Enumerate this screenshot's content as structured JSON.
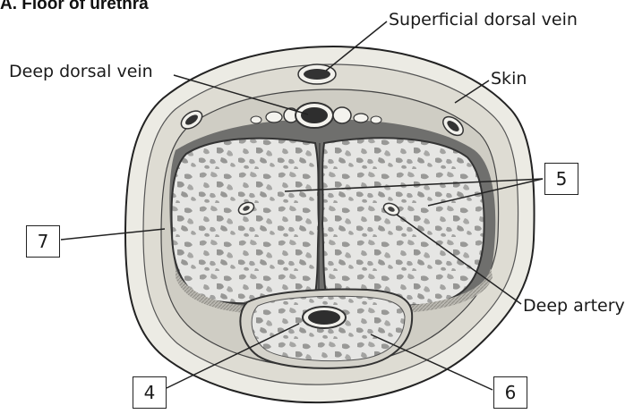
{
  "title": "A. Floor of urethra",
  "labels": {
    "superficial_dorsal_vein": "Superficial dorsal vein",
    "deep_dorsal_vein": "Deep dorsal vein",
    "skin": "Skin",
    "deep_artery": "Deep artery"
  },
  "numbered_labels": {
    "n4": "4",
    "n5": "5",
    "n6": "6",
    "n7": "7"
  },
  "colors": {
    "outline": "#222222",
    "skin_layer": "#e9e7df",
    "fascia": "#d7d4cc",
    "tissue_light": "#e5e5e3",
    "tissue_dark": "#9c9c9a",
    "dark_gap": "#6f6f6d",
    "vessel_dark": "#3a3a3a"
  }
}
